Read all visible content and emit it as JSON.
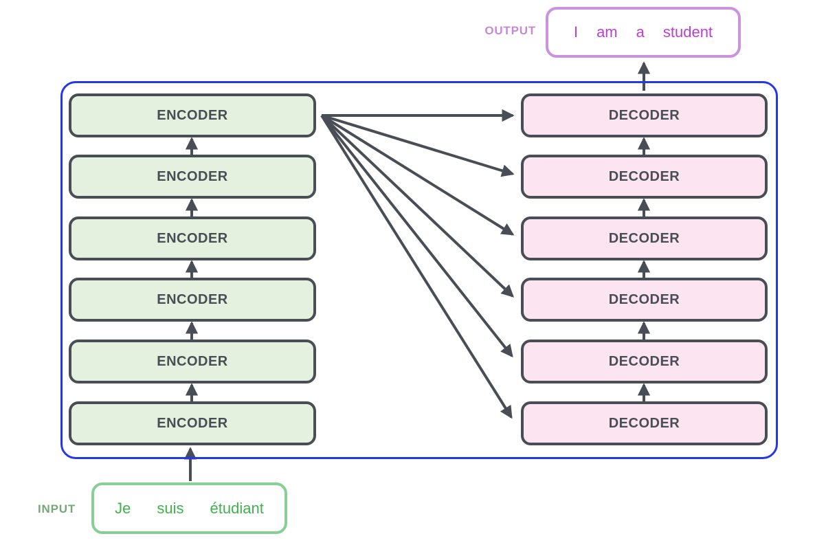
{
  "output": {
    "label": "OUTPUT",
    "words": [
      "I",
      "am",
      "a",
      "student"
    ]
  },
  "input": {
    "label": "INPUT",
    "words": [
      "Je",
      "suis",
      "étudiant"
    ]
  },
  "encoders": [
    "ENCODER",
    "ENCODER",
    "ENCODER",
    "ENCODER",
    "ENCODER",
    "ENCODER"
  ],
  "decoders": [
    "DECODER",
    "DECODER",
    "DECODER",
    "DECODER",
    "DECODER",
    "DECODER"
  ],
  "colors": {
    "container_border": "#2438e8",
    "box_border": "#494e56",
    "box_text": "#494e56",
    "arrow": "#494e56",
    "encoder_fill": "#e3f1de",
    "decoder_fill": "#fce4f1",
    "input_box_border": "#88cf96",
    "input_text": "#3eb34b",
    "input_label_color": "#74a87a",
    "output_box_border": "#c993dd",
    "output_text": "#bb3fd0",
    "output_label_color": "#c68ad0"
  }
}
